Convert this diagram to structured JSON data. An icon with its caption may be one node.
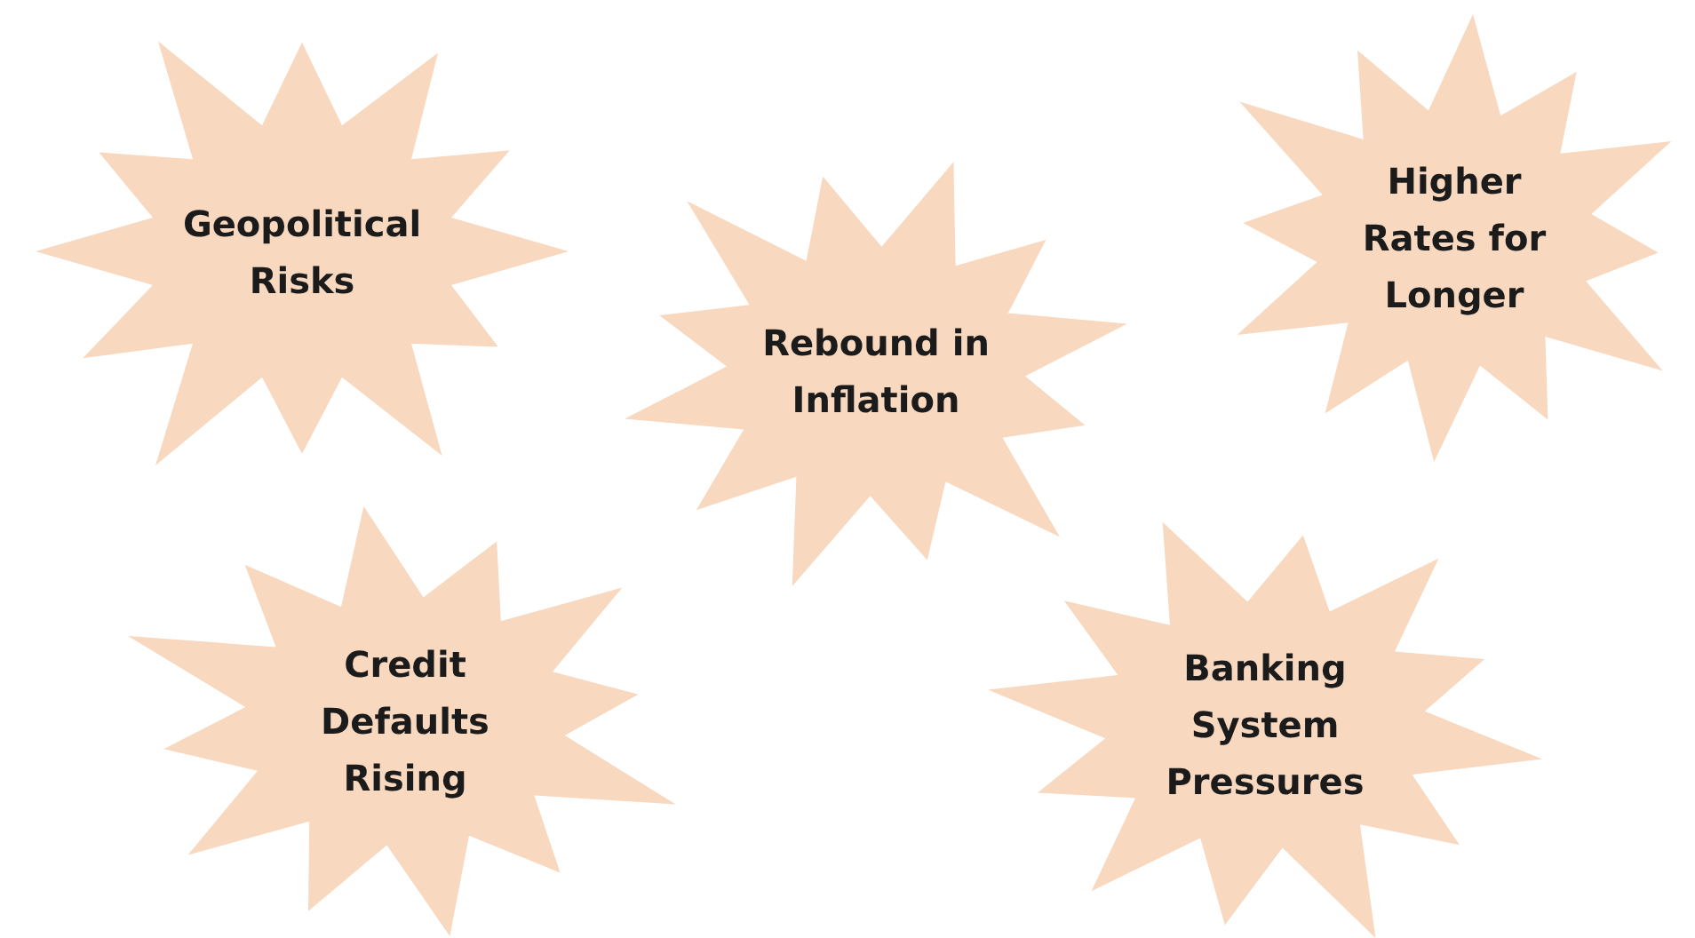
{
  "diagram": {
    "nodes": [
      {
        "text": [
          "Geopolitical Risks"
        ]
      },
      {
        "text": [
          "Rebound in Inflation"
        ]
      },
      {
        "text": [
          "Higher Rates for Longer"
        ]
      },
      {
        "text": [
          "Credit Defaults Rising"
        ]
      },
      {
        "text": [
          "Banking System Pressures"
        ]
      }
    ]
  }
}
